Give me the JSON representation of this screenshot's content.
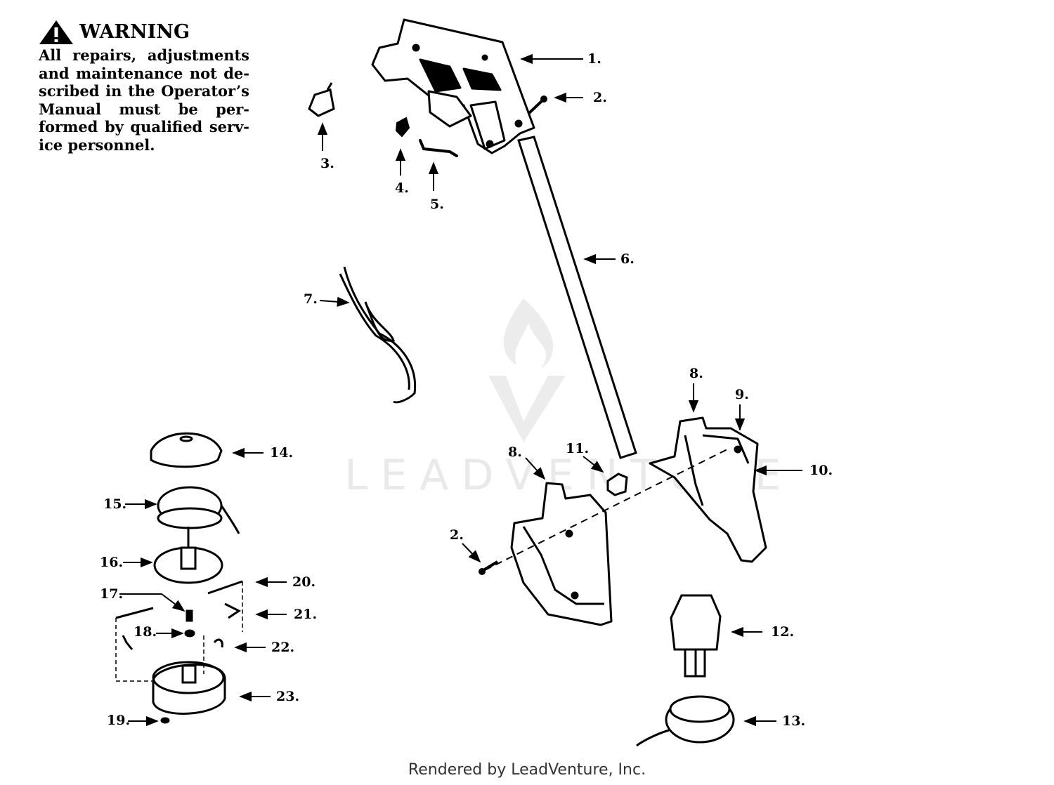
{
  "warning": {
    "title": "WARNING",
    "lines": [
      "All repairs, adjustments",
      "and maintenance not de-",
      "scribed in the Operator’s",
      "Manual must be per-",
      "formed by qualified serv-",
      "ice personnel."
    ]
  },
  "watermark": {
    "brand": "LEADVENTURE"
  },
  "footer": "Rendered by LeadVenture, Inc.",
  "callouts": [
    {
      "id": "c1",
      "text": "1."
    },
    {
      "id": "c2a",
      "text": "2."
    },
    {
      "id": "c3",
      "text": "3."
    },
    {
      "id": "c4",
      "text": "4."
    },
    {
      "id": "c5",
      "text": "5."
    },
    {
      "id": "c6",
      "text": "6."
    },
    {
      "id": "c7",
      "text": "7."
    },
    {
      "id": "c8a",
      "text": "8."
    },
    {
      "id": "c9",
      "text": "9."
    },
    {
      "id": "c10",
      "text": "10."
    },
    {
      "id": "c8b",
      "text": "8."
    },
    {
      "id": "c11",
      "text": "11."
    },
    {
      "id": "c2b",
      "text": "2."
    },
    {
      "id": "c12",
      "text": "12."
    },
    {
      "id": "c13",
      "text": "13."
    },
    {
      "id": "c14",
      "text": "14."
    },
    {
      "id": "c15",
      "text": "15."
    },
    {
      "id": "c16",
      "text": "16."
    },
    {
      "id": "c17",
      "text": "17."
    },
    {
      "id": "c18",
      "text": "18."
    },
    {
      "id": "c19",
      "text": "19."
    },
    {
      "id": "c20",
      "text": "20."
    },
    {
      "id": "c21",
      "text": "21."
    },
    {
      "id": "c22",
      "text": "22."
    },
    {
      "id": "c23",
      "text": "23."
    }
  ]
}
